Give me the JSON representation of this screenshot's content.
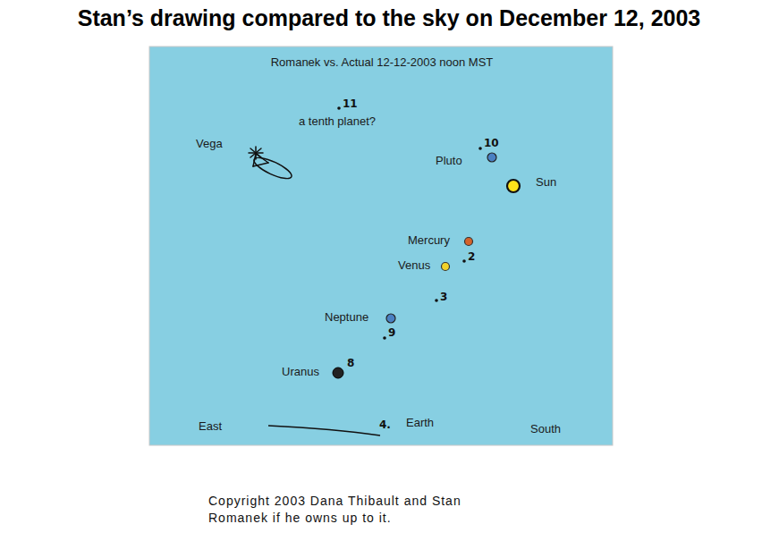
{
  "diagram": {
    "title": "Stan’s drawing compared to the sky on December 12, 2003",
    "caption": "Copyright 2003 Dana Thibault and Stan Romanek if he owns up to it.",
    "labels": [
      "Romanek vs. Actual  12-12-2003 noon MST",
      "11",
      "a tenth planet?",
      "Vega",
      "Pluto",
      "10",
      "Sun",
      "Mercury",
      "Venus",
      "2",
      "3",
      "Neptune",
      "9",
      "Uranus",
      "8",
      "East",
      "4.",
      "Earth",
      "South"
    ]
  }
}
